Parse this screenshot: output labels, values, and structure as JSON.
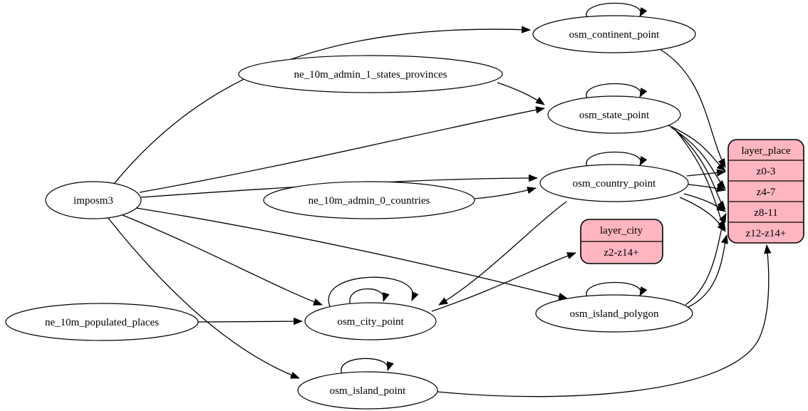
{
  "diagram": {
    "kind": "graphviz-etl-graph",
    "nodes": {
      "imposm3": {
        "label": "imposm3",
        "shape": "ellipse"
      },
      "ne_10m_admin_1_states_provinces": {
        "label": "ne_10m_admin_1_states_provinces",
        "shape": "ellipse"
      },
      "ne_10m_admin_0_countries": {
        "label": "ne_10m_admin_0_countries",
        "shape": "ellipse"
      },
      "ne_10m_populated_places": {
        "label": "ne_10m_populated_places",
        "shape": "ellipse"
      },
      "osm_continent_point": {
        "label": "osm_continent_point",
        "shape": "ellipse"
      },
      "osm_state_point": {
        "label": "osm_state_point",
        "shape": "ellipse"
      },
      "osm_country_point": {
        "label": "osm_country_point",
        "shape": "ellipse"
      },
      "osm_city_point": {
        "label": "osm_city_point",
        "shape": "ellipse"
      },
      "osm_island_polygon": {
        "label": "osm_island_polygon",
        "shape": "ellipse"
      },
      "osm_island_point": {
        "label": "osm_island_point",
        "shape": "ellipse"
      }
    },
    "tables": {
      "layer_city": {
        "title": "layer_city",
        "rows": [
          "z2-z14+"
        ]
      },
      "layer_place": {
        "title": "layer_place",
        "rows": [
          "z0-3",
          "z4-7",
          "z8-11",
          "z12-z14+"
        ]
      }
    },
    "edges": [
      {
        "from": "imposm3",
        "to": "osm_continent_point"
      },
      {
        "from": "imposm3",
        "to": "osm_state_point"
      },
      {
        "from": "imposm3",
        "to": "osm_country_point"
      },
      {
        "from": "imposm3",
        "to": "osm_city_point"
      },
      {
        "from": "imposm3",
        "to": "osm_island_polygon"
      },
      {
        "from": "imposm3",
        "to": "osm_island_point"
      },
      {
        "from": "ne_10m_admin_1_states_provinces",
        "to": "osm_state_point"
      },
      {
        "from": "ne_10m_admin_0_countries",
        "to": "osm_country_point"
      },
      {
        "from": "ne_10m_populated_places",
        "to": "osm_city_point"
      },
      {
        "from": "osm_continent_point",
        "to": "osm_continent_point",
        "self_loop": true
      },
      {
        "from": "osm_state_point",
        "to": "osm_state_point",
        "self_loop": true
      },
      {
        "from": "osm_country_point",
        "to": "osm_country_point",
        "self_loop": true
      },
      {
        "from": "osm_city_point",
        "to": "osm_city_point",
        "self_loop": true
      },
      {
        "from": "osm_city_point",
        "to": "osm_city_point",
        "self_loop": true
      },
      {
        "from": "osm_island_polygon",
        "to": "osm_island_polygon",
        "self_loop": true
      },
      {
        "from": "osm_island_point",
        "to": "osm_island_point",
        "self_loop": true
      },
      {
        "from": "osm_country_point",
        "to": "osm_city_point"
      },
      {
        "from": "osm_city_point",
        "to": "layer_city:z2-z14+"
      },
      {
        "from": "osm_continent_point",
        "to": "layer_place:z0-3"
      },
      {
        "from": "osm_state_point",
        "to": "layer_place:z0-3"
      },
      {
        "from": "osm_state_point",
        "to": "layer_place:z4-7"
      },
      {
        "from": "osm_state_point",
        "to": "layer_place:z8-11"
      },
      {
        "from": "osm_state_point",
        "to": "layer_place:z12-z14+"
      },
      {
        "from": "osm_country_point",
        "to": "layer_place:z0-3"
      },
      {
        "from": "osm_country_point",
        "to": "layer_place:z4-7"
      },
      {
        "from": "osm_country_point",
        "to": "layer_place:z8-11"
      },
      {
        "from": "osm_country_point",
        "to": "layer_place:z12-z14+"
      },
      {
        "from": "osm_island_polygon",
        "to": "layer_place:z8-11"
      },
      {
        "from": "osm_island_polygon",
        "to": "layer_place:z12-z14+"
      },
      {
        "from": "osm_island_point",
        "to": "layer_place:z12-z14+"
      }
    ],
    "colors": {
      "table_fill": "#ffb6c1",
      "node_fill": "#ffffff",
      "stroke": "#000000",
      "background": "#ffffff"
    }
  }
}
